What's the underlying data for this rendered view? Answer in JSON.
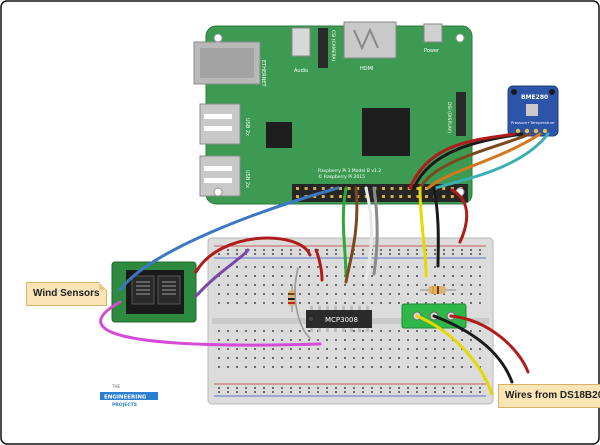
{
  "labels": {
    "wind_sensors": "Wind Sensors",
    "wires_ds18b20": "Wires from DS18B20",
    "chip": "MCP3008",
    "sensor_name": "BME280",
    "sensor_sub": "Pressure+Temperature",
    "hdmi": "HDMI",
    "ethernet": "ETHERNET",
    "usb1": "USB 2x",
    "usb2": "USB 2x",
    "audio": "Audio",
    "pi_model": "Raspberry Pi 3 Model B v1.2",
    "pi_year": "© Raspberry Pi 2015",
    "display": "DSI (DISPLAY)",
    "camera": "CSI (CAMERA)",
    "power": "Power",
    "brand_top": "THE",
    "brand_mid": "ENGINEERING",
    "brand_bottom": "PROJECTS"
  },
  "colors": {
    "pi_board": "#3d9a52",
    "breadboard": "#dcdcdc",
    "chip": "#2b2b2b",
    "sensor_board": "#2c54a8",
    "rj_board": "#2e8a3e",
    "wire_blue": "#3b78c4",
    "wire_red": "#b01c1c",
    "wire_black": "#1a1a1a",
    "wire_magenta": "#d64ad8",
    "wire_purple": "#7b4aa8",
    "wire_green": "#2fa83a",
    "wire_yellow": "#e6d800",
    "wire_orange": "#cf7a1e",
    "wire_brown": "#7a4a1e",
    "wire_cyan": "#3ab0b4",
    "wire_white": "#e8e8e8",
    "wire_gray": "#8a8a8a",
    "border": "#111111"
  }
}
